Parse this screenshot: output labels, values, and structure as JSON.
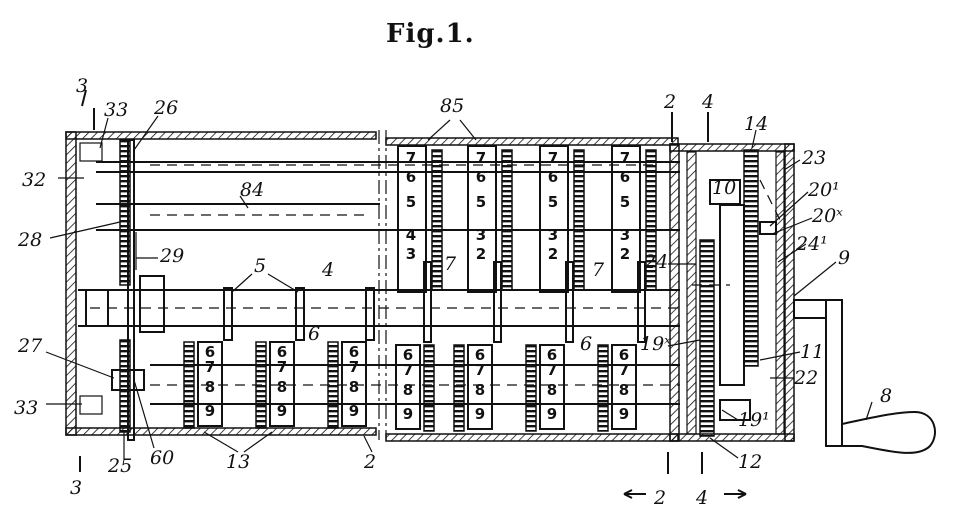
{
  "figure": {
    "title": "Fig.1."
  },
  "reference_numerals": {
    "top_left_section_3": "3",
    "n33_top": "33",
    "n26": "26",
    "n32": "32",
    "n84": "84",
    "n28": "28",
    "n29": "29",
    "n5": "5",
    "n4": "4",
    "n6_lower": "6",
    "n27": "27",
    "n33_bottom": "33",
    "n25": "25",
    "n60": "60",
    "n13": "13",
    "n2_bottom_mid": "2",
    "n3_bottom": "3",
    "n85": "85",
    "n7_left": "7",
    "n7_right": "7",
    "n6_right": "6",
    "n2_top": "2",
    "n4_top": "4",
    "n14": "14",
    "n23": "23",
    "n10": "10",
    "n20_1": "20¹",
    "n20_x": "20ˣ",
    "n24_1": "24¹",
    "n9": "9",
    "n24": "24",
    "n19_x": "19ˣ",
    "n11": "11",
    "n22": "22",
    "n19_1": "19¹",
    "n8": "8",
    "n12": "12",
    "n2_bottom_arrow": "2",
    "n4_bottom_arrow": "4"
  },
  "wheel_digits": {
    "upper": [
      "7",
      "6",
      "5",
      "4",
      "3",
      "2"
    ],
    "lower": [
      "6",
      "7",
      "8",
      "9"
    ]
  }
}
